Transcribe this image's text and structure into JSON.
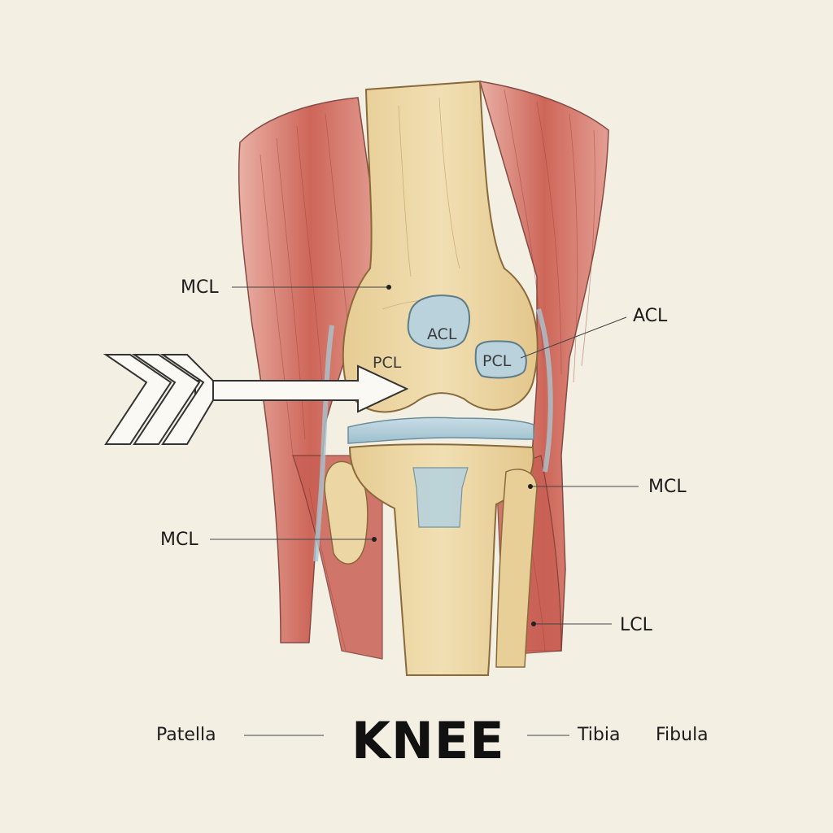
{
  "title": "KNEE",
  "labels": {
    "mcl_upper_left": "MCL",
    "mcl_lower_left": "MCL",
    "mcl_right": "MCL",
    "acl_right": "ACL",
    "lcl_right": "LCL",
    "acl_inner": "ACL",
    "pcl_inner_left": "PCL",
    "pcl_inner_right": "PCL"
  },
  "footer": {
    "patella": "Patella",
    "tibia": "Tibia",
    "fibula": "Fibula"
  },
  "colors": {
    "background": "#f3efe3",
    "bone": "#ecd7a6",
    "muscle": "#cc6a5e",
    "cartilage": "#a8c8d6",
    "leader": "#444444"
  }
}
